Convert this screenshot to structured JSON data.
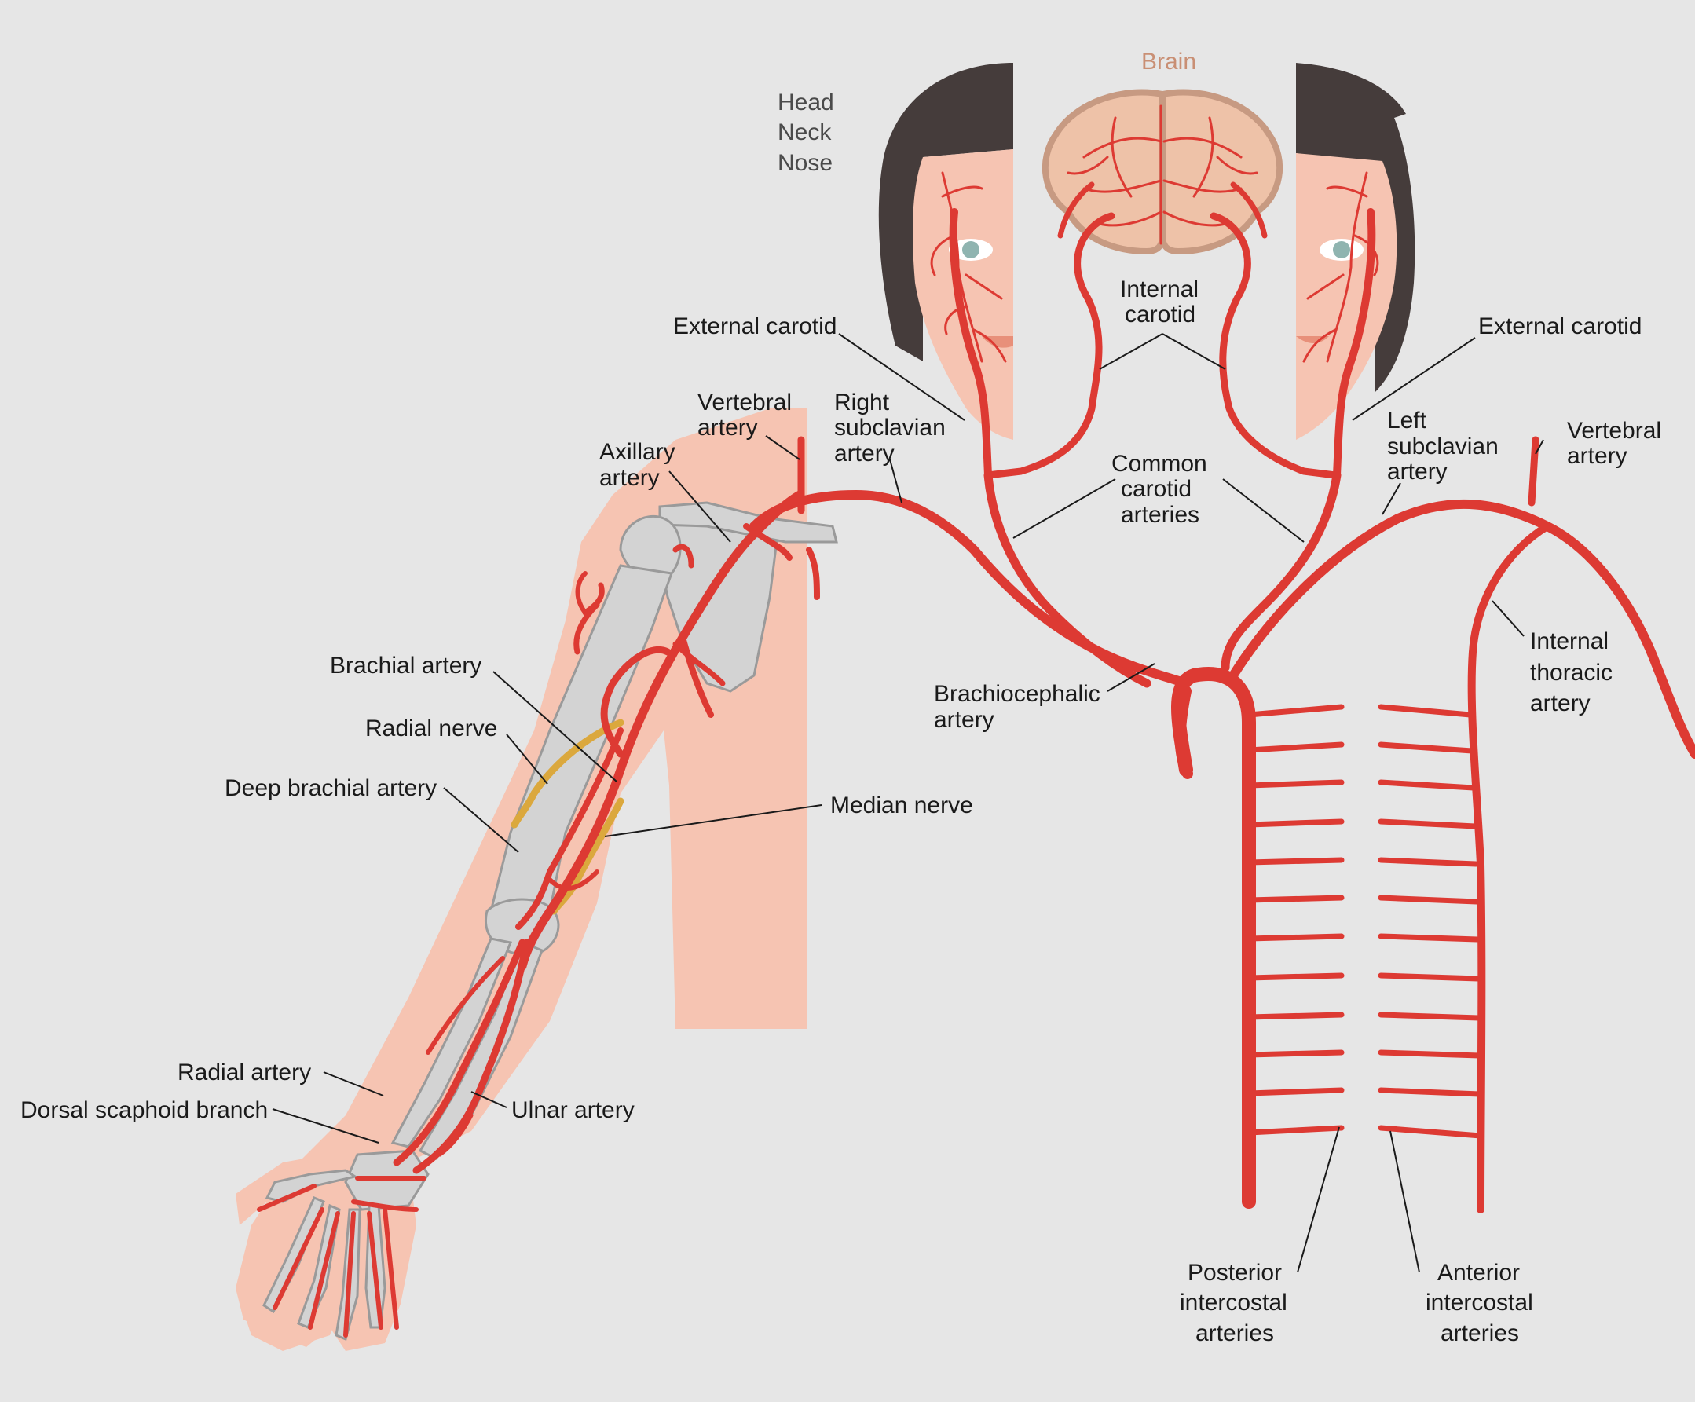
{
  "labels": {
    "head": "Head",
    "neck": "Neck",
    "nose": "Nose",
    "brain": "Brain",
    "external_carotid_right": "External carotid",
    "external_carotid_left": "External carotid",
    "internal_carotid_1": "Internal",
    "internal_carotid_2": "carotid",
    "vertebral_right_1": "Vertebral",
    "vertebral_right_2": "artery",
    "vertebral_left_1": "Vertebral",
    "vertebral_left_2": "artery",
    "right_subclavian_1": "Right",
    "right_subclavian_2": "subclavian",
    "right_subclavian_3": "artery",
    "left_subclavian_1": "Left",
    "left_subclavian_2": "subclavian",
    "left_subclavian_3": "artery",
    "axillary_1": "Axillary",
    "axillary_2": "artery",
    "common_carotid_1": "Common",
    "common_carotid_2": "carotid",
    "common_carotid_3": "arteries",
    "brachial_artery": "Brachial artery",
    "radial_nerve": "Radial nerve",
    "deep_brachial_artery": "Deep brachial artery",
    "median_nerve": "Median nerve",
    "brachiocephalic_1": "Brachiocephalic",
    "brachiocephalic_2": "artery",
    "internal_thoracic_1": "Internal",
    "internal_thoracic_2": "thoracic",
    "internal_thoracic_3": "artery",
    "radial_artery": "Radial artery",
    "dorsal_scaphoid_branch": "Dorsal scaphoid branch",
    "ulnar_artery": "Ulnar artery",
    "posterior_intercostal_1": "Posterior",
    "posterior_intercostal_2": "intercostal",
    "posterior_intercostal_3": "arteries",
    "anterior_intercostal_1": "Anterior",
    "anterior_intercostal_2": "intercostal",
    "anterior_intercostal_3": "arteries"
  },
  "colors": {
    "background": "#e6e6e6",
    "artery": "#dd3a33",
    "skin": "#f6c4b2",
    "bone": "#d3d3d3",
    "nerve": "#dba83d",
    "hair": "#453c3b",
    "brain": "#eec2a8",
    "brain_label": "#c98f74"
  }
}
